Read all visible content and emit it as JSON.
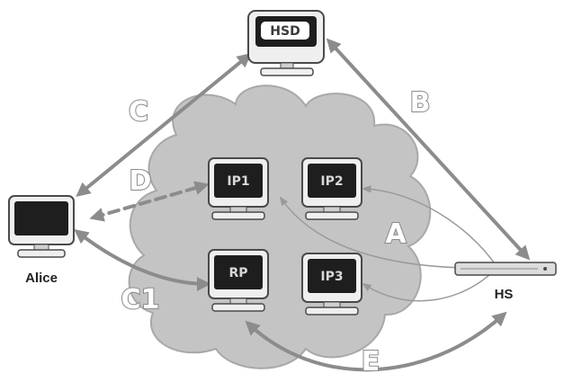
{
  "colors": {
    "cloud_fill": "#c4c4c4",
    "cloud_stroke": "#a8a8a8",
    "arrow": "#8c8c8c",
    "thin_arrow": "#9a9a9a",
    "screen": "#1e1e1e",
    "monitor_body": "#efefef",
    "monitor_edge": "#4a4a4a"
  },
  "nodes": {
    "hsd": {
      "label": "HSD",
      "icon": "monitor-icon"
    },
    "alice": {
      "caption": "Alice",
      "icon": "monitor-icon"
    },
    "ip1": {
      "label": "IP1",
      "icon": "monitor-icon"
    },
    "ip2": {
      "label": "IP2",
      "icon": "monitor-icon"
    },
    "rp": {
      "label": "RP",
      "icon": "monitor-icon"
    },
    "ip3": {
      "label": "IP3",
      "icon": "monitor-icon"
    },
    "hs": {
      "caption": "HS",
      "icon": "server-rack-icon"
    }
  },
  "edges": {
    "a": {
      "label": "A"
    },
    "b": {
      "label": "B"
    },
    "c": {
      "label": "C"
    },
    "c1": {
      "label": "C1"
    },
    "d": {
      "label": "D"
    },
    "e": {
      "label": "E"
    }
  }
}
